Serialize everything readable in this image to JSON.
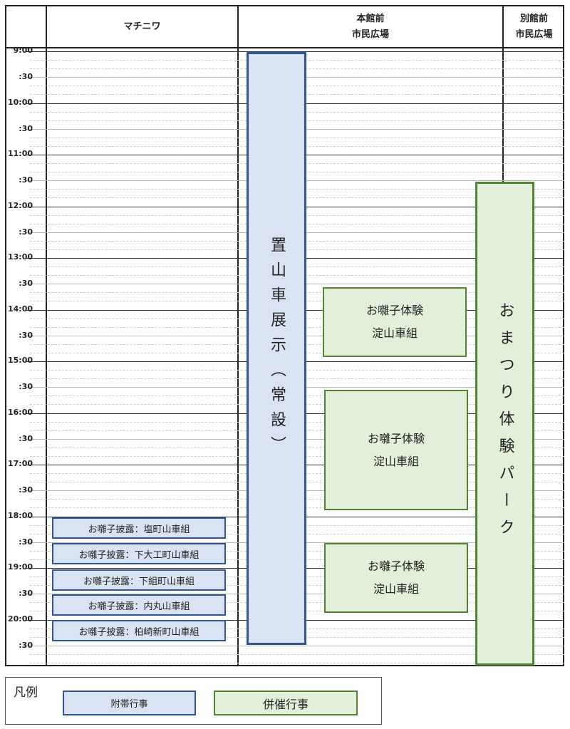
{
  "headers": {
    "col_machiniwa": "マチニワ",
    "col_honkan": [
      "本館前",
      "市民広場"
    ],
    "col_bekkan": [
      "別館前",
      "市民広場"
    ]
  },
  "times": [
    "9:00",
    ":30",
    "10:00",
    ":30",
    "11:00",
    ":30",
    "12:00",
    ":30",
    "13:00",
    ":30",
    "14:00",
    ":30",
    "15:00",
    ":30",
    "16:00",
    ":30",
    "17:00",
    ":30",
    "18:00",
    ":30",
    "19:00",
    ":30",
    "20:00",
    ":30"
  ],
  "exhibit": {
    "label": "置山車展示（常設）"
  },
  "matsuri_park": {
    "label": "おまつり体験パーク"
  },
  "experiences": [
    {
      "line1": "お囃子体験",
      "line2": "淀山車組"
    },
    {
      "line1": "お囃子体験",
      "line2": "淀山車組"
    },
    {
      "line1": "お囃子体験",
      "line2": "淀山車組"
    }
  ],
  "performances": [
    "お囃子披露：塩町山車組",
    "お囃子披露：下大工町山車組",
    "お囃子披露：下組町山車組",
    "お囃子披露：内丸山車組",
    "お囃子披露：柏崎新町山車組"
  ],
  "legend": {
    "title": "凡例",
    "item1": "附帯行事",
    "item2": "併催行事"
  },
  "colors": {
    "blue_fill": "#dae3f3",
    "blue_border": "#2f5597",
    "green_fill": "#e2efd9",
    "green_border": "#548235"
  }
}
